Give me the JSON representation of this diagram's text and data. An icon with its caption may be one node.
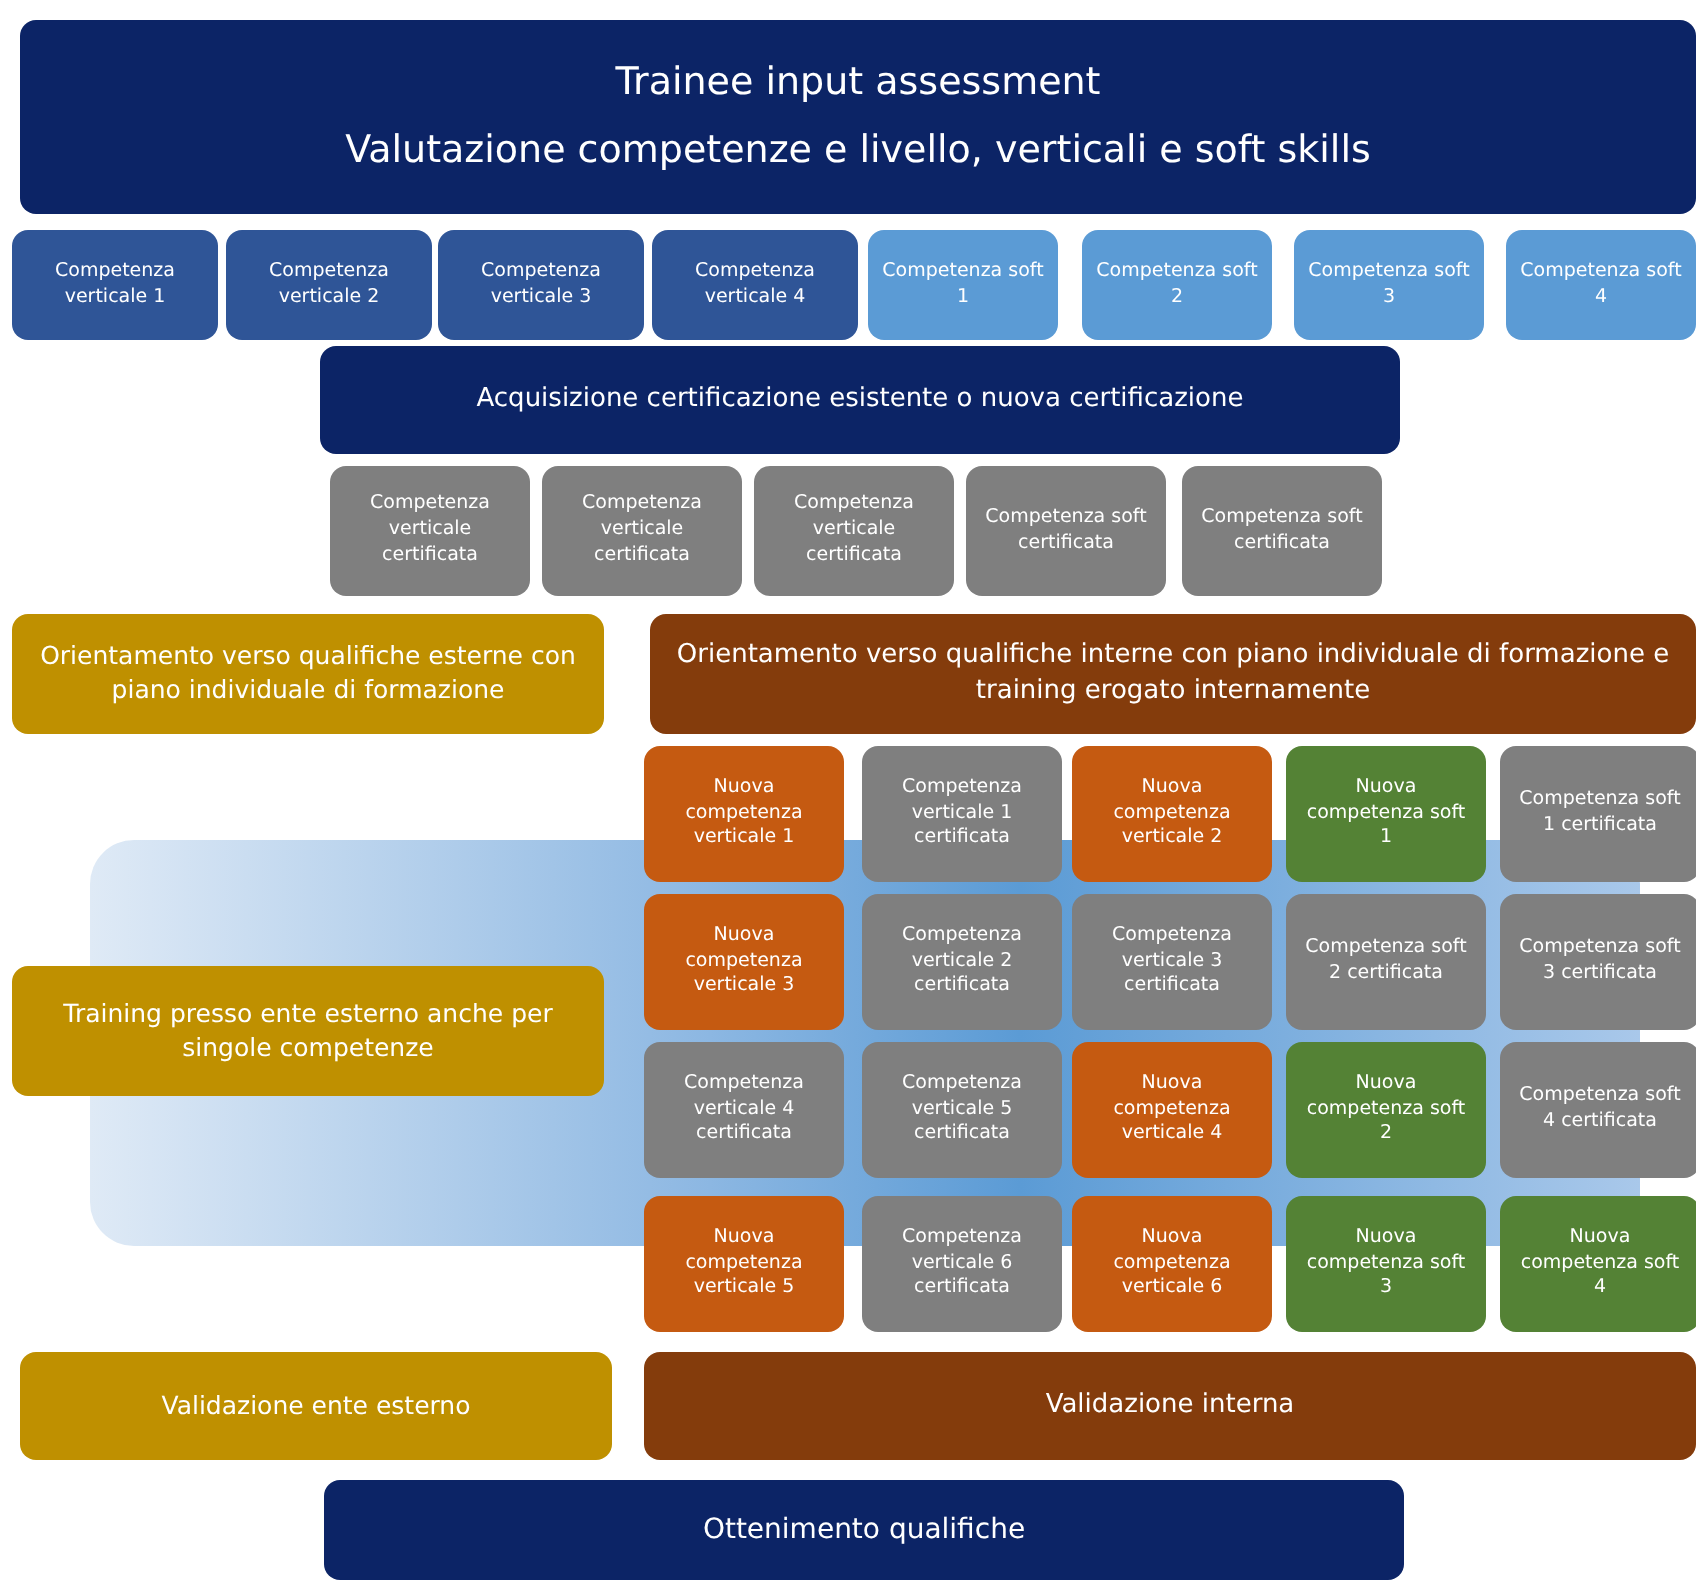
{
  "diagram": {
    "nodes": [
      {
        "text": [
          "Trainee input assessment",
          "Valutazione competenze e livello, verticali e soft skills"
        ]
      },
      {
        "text": [
          "Competenza verticale 1"
        ]
      },
      {
        "text": [
          "Competenza verticale 2"
        ]
      },
      {
        "text": [
          "Competenza verticale 3"
        ]
      },
      {
        "text": [
          "Competenza verticale 4"
        ]
      },
      {
        "text": [
          "Competenza soft 1"
        ]
      },
      {
        "text": [
          "Competenza soft 2"
        ]
      },
      {
        "text": [
          "Competenza soft 3"
        ]
      },
      {
        "text": [
          "Competenza soft 4"
        ]
      },
      {
        "text": [
          "Acquisizione certificazione esistente o nuova certificazione"
        ]
      },
      {
        "text": [
          "Competenza verticale certificata"
        ]
      },
      {
        "text": [
          "Competenza verticale certificata"
        ]
      },
      {
        "text": [
          "Competenza verticale certificata"
        ]
      },
      {
        "text": [
          "Competenza soft certificata"
        ]
      },
      {
        "text": [
          "Competenza soft certificata"
        ]
      },
      {
        "text": [
          "Orientamento verso qualifiche esterne con piano individuale di formazione"
        ]
      },
      {
        "text": [
          "Orientamento verso qualifiche interne con piano individuale di formazione e training erogato internamente"
        ]
      },
      {
        "text": [
          "Nuova competenza verticale 1"
        ]
      },
      {
        "text": [
          "Competenza verticale 1 certificata"
        ]
      },
      {
        "text": [
          "Nuova competenza verticale 2"
        ]
      },
      {
        "text": [
          "Nuova competenza soft 1"
        ]
      },
      {
        "text": [
          "Competenza soft 1 certificata"
        ]
      },
      {
        "text": [
          "Nuova competenza verticale 3"
        ]
      },
      {
        "text": [
          "Competenza verticale 2 certificata"
        ]
      },
      {
        "text": [
          "Competenza verticale 3 certificata"
        ]
      },
      {
        "text": [
          "Competenza soft 2 certificata"
        ]
      },
      {
        "text": [
          "Competenza soft 3 certificata"
        ]
      },
      {
        "text": [
          "Training presso ente esterno anche per singole competenze"
        ]
      },
      {
        "text": [
          "Competenza verticale 4 certificata"
        ]
      },
      {
        "text": [
          "Competenza verticale 5 certificata"
        ]
      },
      {
        "text": [
          "Nuova competenza verticale 4"
        ]
      },
      {
        "text": [
          "Nuova competenza soft 2"
        ]
      },
      {
        "text": [
          "Competenza soft 4 certificata"
        ]
      },
      {
        "text": [
          "Nuova competenza verticale 5"
        ]
      },
      {
        "text": [
          "Competenza verticale 6 certificata"
        ]
      },
      {
        "text": [
          "Nuova competenza verticale 6"
        ]
      },
      {
        "text": [
          "Nuova competenza soft 3"
        ]
      },
      {
        "text": [
          "Nuova competenza soft 4"
        ]
      },
      {
        "text": [
          "Validazione ente esterno"
        ]
      },
      {
        "text": [
          "Validazione interna"
        ]
      },
      {
        "text": [
          "Ottenimento qualifiche"
        ]
      }
    ],
    "edges": []
  }
}
